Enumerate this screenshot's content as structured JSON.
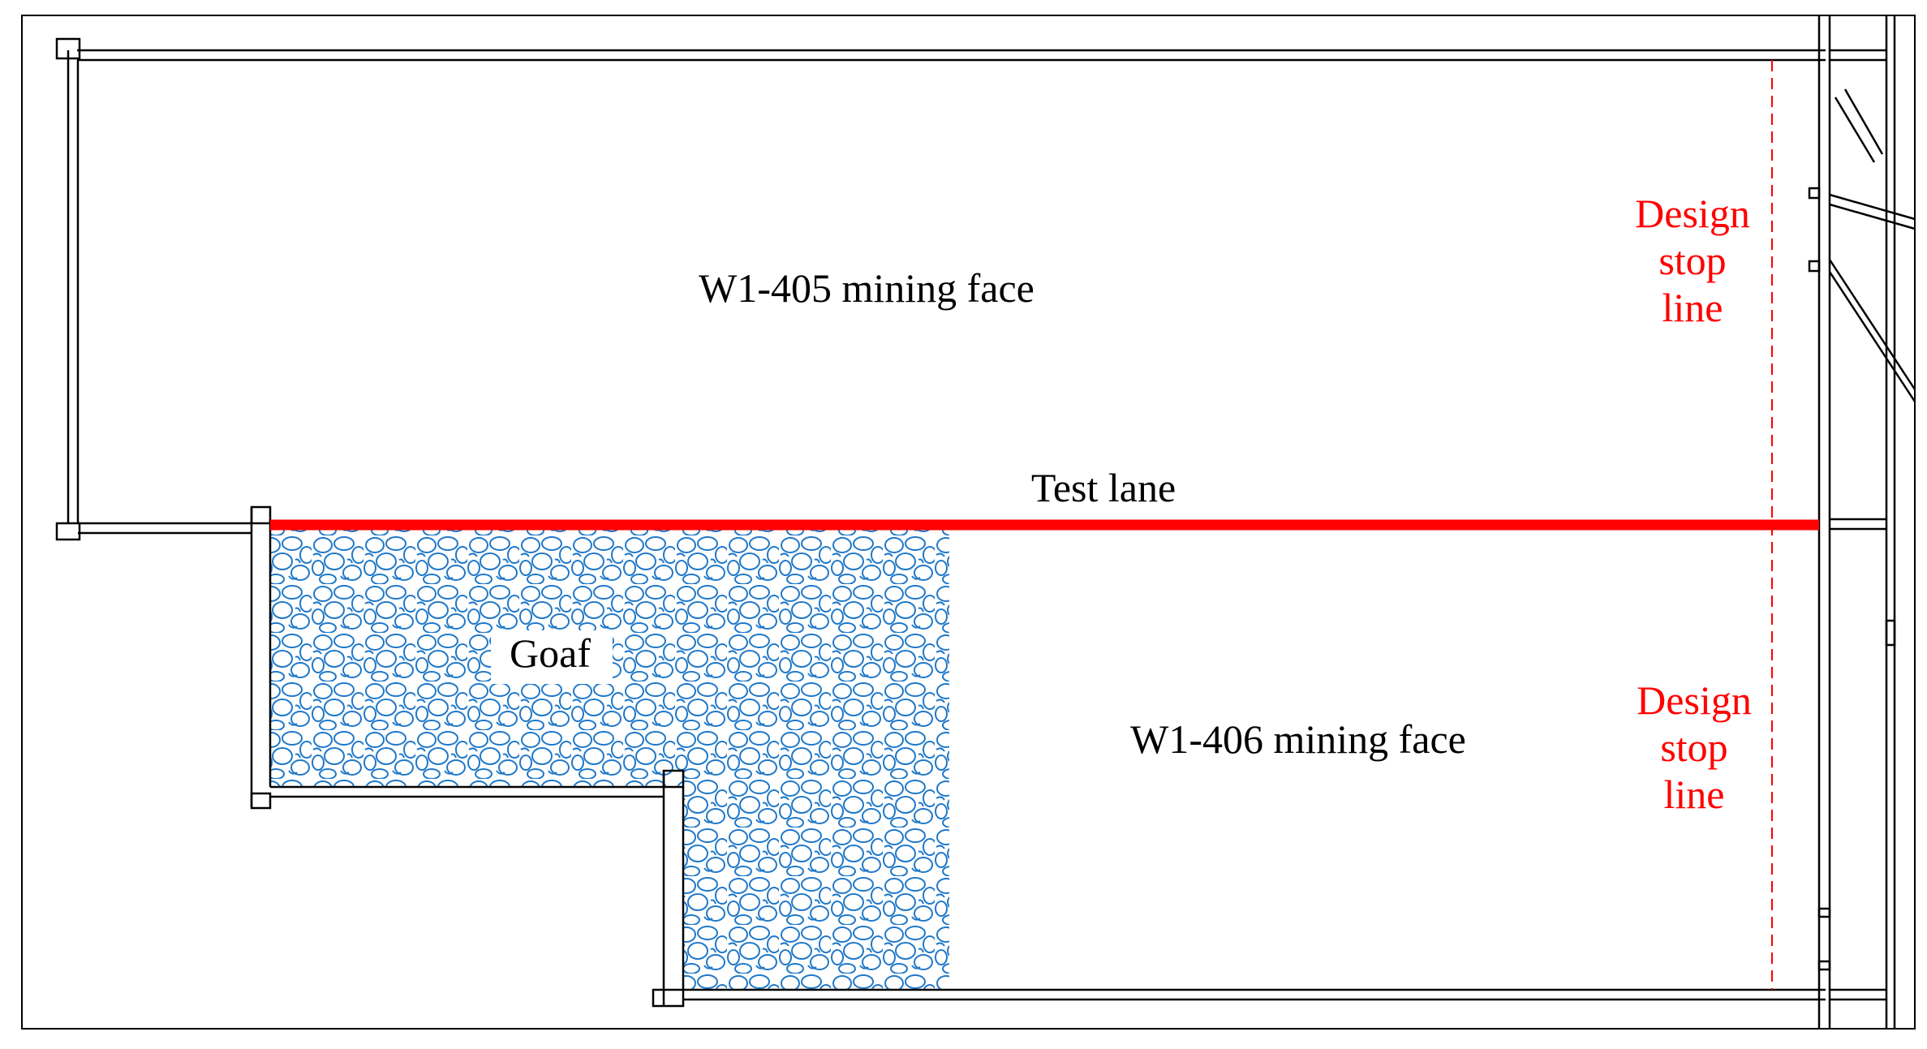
{
  "labels": {
    "face_405": "W1-405 mining face",
    "face_406": "W1-406 mining face",
    "test_lane": "Test lane",
    "goaf": "Goaf",
    "stop_line_upper": [
      "Design",
      "stop",
      "line"
    ],
    "stop_line_lower": [
      "Design",
      "stop",
      "line"
    ]
  },
  "colors": {
    "test_lane": "#ff0000",
    "stop_line": "#ff0000",
    "goaf_rock": "#1f78c8",
    "roadway": "#000000"
  }
}
